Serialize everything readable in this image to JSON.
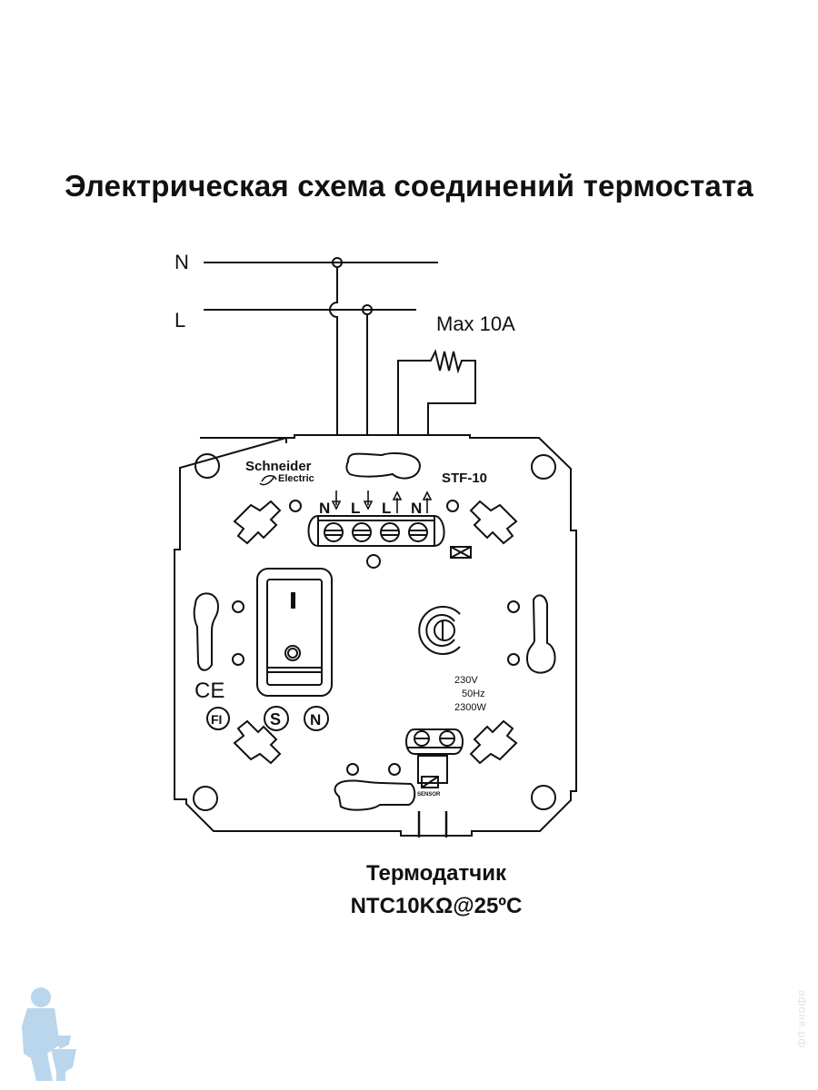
{
  "title": "Электрическая схема соединений термостата",
  "wiring": {
    "neutral_label": "N",
    "live_label": "L",
    "load_label": "Max 10A"
  },
  "device": {
    "brand_line1": "Schneider",
    "brand_line2": "Electric",
    "model": "STF-10",
    "terminals": [
      "N",
      "L",
      "L",
      "N"
    ],
    "rating_voltage": "230V",
    "rating_frequency": "50Hz",
    "rating_power": "2300W",
    "ce_mark": "CE",
    "cert_marks": [
      "FI",
      "S",
      "N"
    ],
    "switch_on_symbol": "I",
    "sensor_terminal_label": "SENSOR"
  },
  "sensor": {
    "name": "Термодатчик",
    "spec": "NTC10KΩ@25ºC"
  },
  "watermark": "афоня.рф",
  "colors": {
    "line": "#111111",
    "mascot": "#a9cde8",
    "watermark": "#e2e2e2"
  }
}
